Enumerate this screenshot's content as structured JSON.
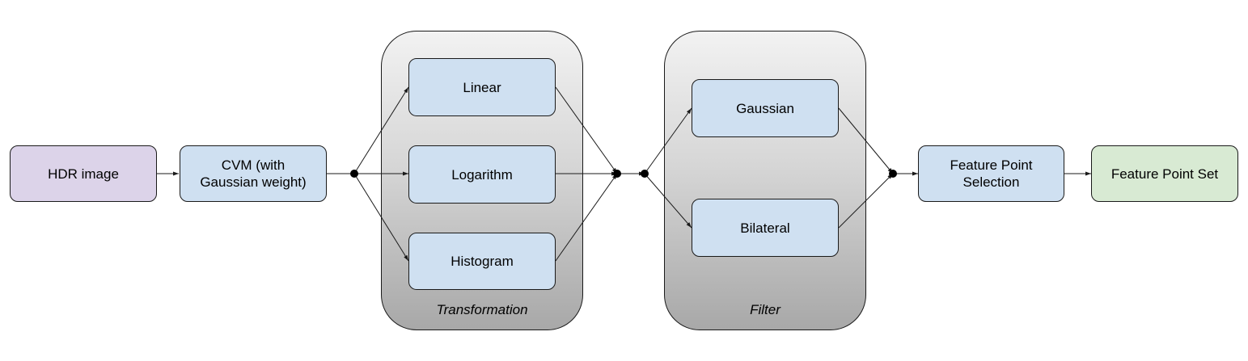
{
  "groups": {
    "transformation": "Transformation",
    "filter": "Filter"
  },
  "nodes": {
    "hdr": "HDR image",
    "cvm": "CVM (with\nGaussian weight)",
    "linear": "Linear",
    "logarithm": "Logarithm",
    "histogram": "Histogram",
    "gaussian": "Gaussian",
    "bilateral": "Bilateral",
    "selection": "Feature Point\nSelection",
    "set": "Feature Point Set"
  },
  "colors": {
    "input": "#dcd3e9",
    "process": "#cfe0f1",
    "output": "#d8ead3",
    "line": "#1a1a1a"
  }
}
